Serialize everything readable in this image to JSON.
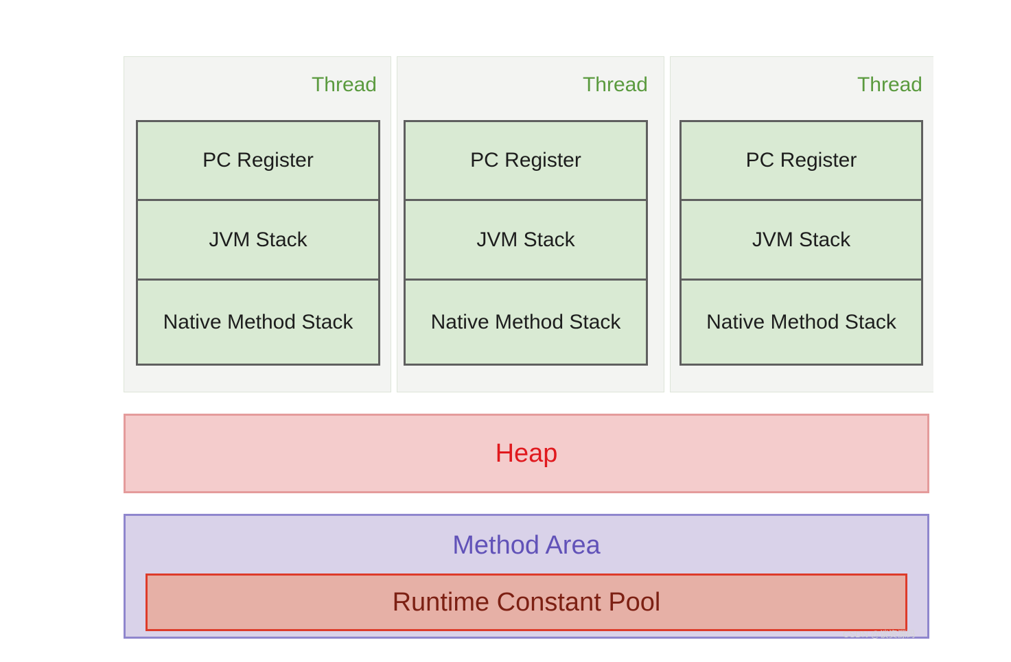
{
  "threads": [
    {
      "label": "Thread",
      "pc_register": "PC Register",
      "jvm_stack": "JVM Stack",
      "native_stack": "Native Method Stack"
    },
    {
      "label": "Thread",
      "pc_register": "PC Register",
      "jvm_stack": "JVM Stack",
      "native_stack": "Native Method Stack"
    },
    {
      "label": "Thread",
      "pc_register": "PC Register",
      "jvm_stack": "JVM Stack",
      "native_stack": "Native Method Stack"
    }
  ],
  "heap": {
    "label": "Heap"
  },
  "method_area": {
    "label": "Method Area",
    "runtime_constant_pool": "Runtime Constant Pool"
  },
  "watermark": "CSDN @谈资源码",
  "colors": {
    "thread_label": "#5a9a3e",
    "stack_fill": "#d9ead3",
    "heap_fill": "#f4cccc",
    "heap_text": "#e0191e",
    "method_area_fill": "#d9d2e9",
    "method_area_text": "#6152b8",
    "rcp_fill": "#e6b0a6",
    "rcp_border": "#dd3b2a"
  }
}
